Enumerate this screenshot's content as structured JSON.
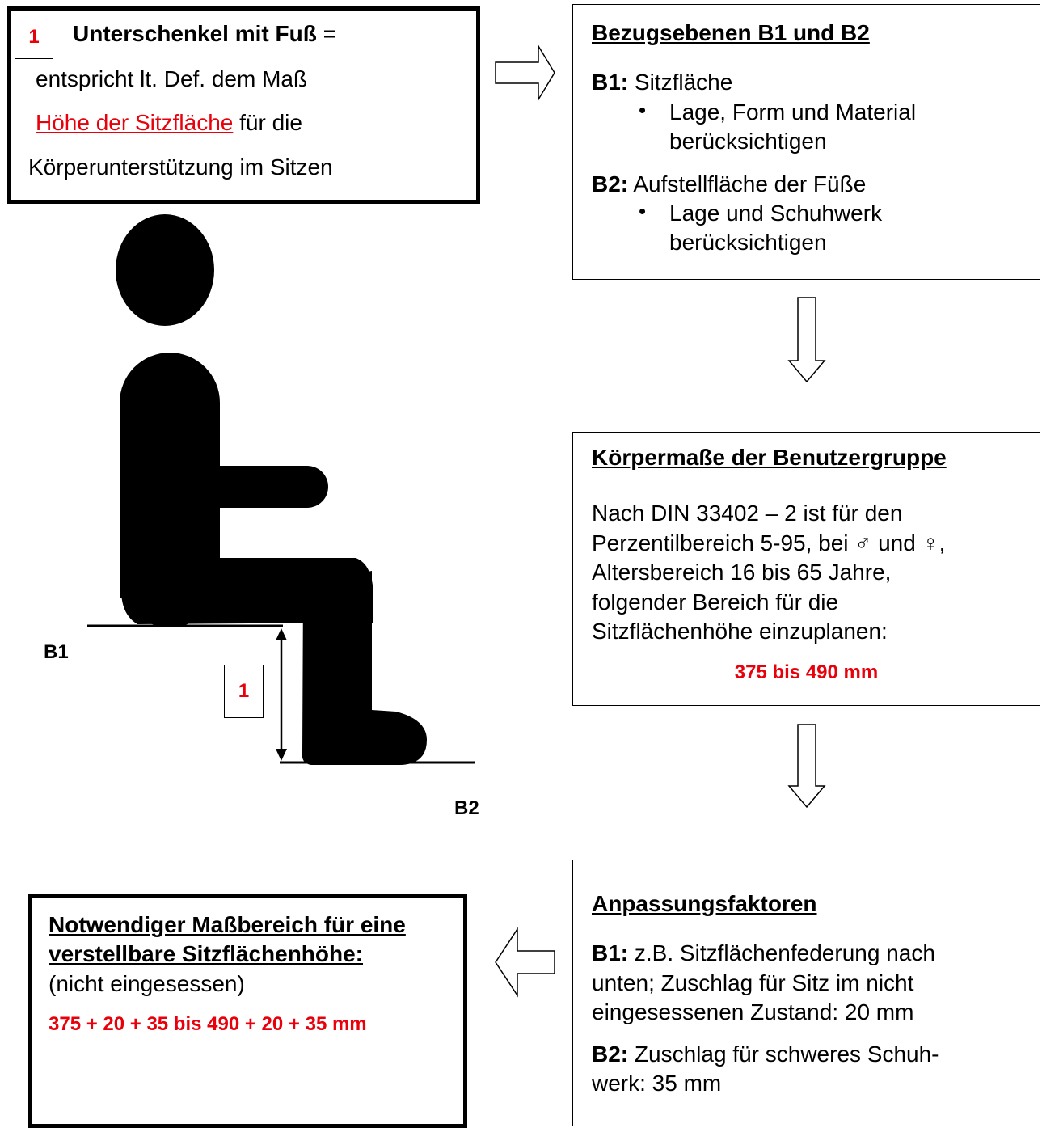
{
  "definition_box": {
    "badge": "1",
    "title": "Unterschenkel mit Fuß",
    "equals": " =",
    "line2": "entspricht lt. Def. dem Maß",
    "link_text": "Höhe der Sitzfläche",
    "line3_rest": " für die",
    "line4": "Körperunterstützung im Sitzen"
  },
  "reference_planes": {
    "heading": "Bezugsebenen B1 und B2",
    "b1_label": "B1:",
    "b1_text": " Sitzfläche",
    "b1_bullet": "Lage, Form und Material berücksichtigen",
    "b2_label": "B2:",
    "b2_text": " Aufstellfläche der Füße",
    "b2_bullet": "Lage und Schuhwerk berücksichtigen"
  },
  "body_dimensions": {
    "heading": "Körpermaße der Benutzergruppe",
    "text_lines": [
      "Nach DIN 33402 – 2  ist für den",
      "Perzentilbereich 5-95, bei ♂ und ♀,",
      "Altersbereich 16 bis 65 Jahre,",
      "folgender Bereich für die",
      "Sitzflächenhöhe  einzuplanen:"
    ],
    "range": "375 bis 490 mm"
  },
  "adjustment": {
    "heading": "Anpassungsfaktoren",
    "b1_label": "B1:",
    "b1_lines": [
      " z.B. Sitzflächenfederung nach",
      "unten; Zuschlag für Sitz im nicht",
      "eingesessenen Zustand: 20 mm"
    ],
    "b2_label": "B2:",
    "b2_lines": [
      " Zuschlag für schweres Schuh-",
      "werk: 35 mm"
    ]
  },
  "result_box": {
    "heading_line1": "Notwendiger Maßbereich für eine",
    "heading_line2": "verstellbare Sitzflächenhöhe:",
    "subtext": "(nicht eingesessen)",
    "formula": "375 + 20 + 35 bis 490 + 20 + 35 mm"
  },
  "figure": {
    "b1_label": "B1",
    "b2_label": "B2",
    "dimension_badge": "1"
  }
}
